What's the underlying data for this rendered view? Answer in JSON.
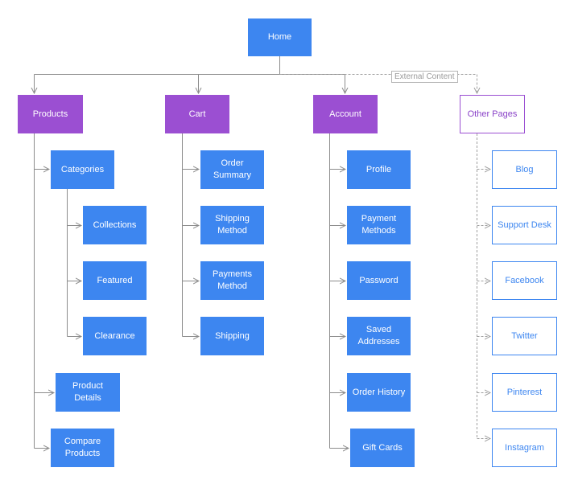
{
  "diagram": {
    "root": {
      "label": "Home"
    },
    "external_label": "External Content",
    "branches": {
      "products": {
        "label": "Products",
        "children": [
          "Categories",
          "Product Details",
          "Compare Products"
        ]
      },
      "categories": {
        "children": [
          "Collections",
          "Featured",
          "Clearance"
        ]
      },
      "cart": {
        "label": "Cart",
        "children": [
          "Order Summary",
          "Shipping Method",
          "Payments Method",
          "Shipping"
        ]
      },
      "account": {
        "label": "Account",
        "children": [
          "Profile",
          "Payment Methods",
          "Password",
          "Saved Addresses",
          "Order History",
          "Gift Cards"
        ]
      },
      "other": {
        "label": "Other Pages",
        "children": [
          "Blog",
          "Support Desk",
          "Facebook",
          "Twitter",
          "Pinterest",
          "Instagram"
        ]
      }
    },
    "colors": {
      "node_blue": "#3d86f0",
      "node_purple": "#9b4fd2",
      "connector": "#8c8c8c",
      "dashed_connector": "#a0a0a0"
    }
  }
}
